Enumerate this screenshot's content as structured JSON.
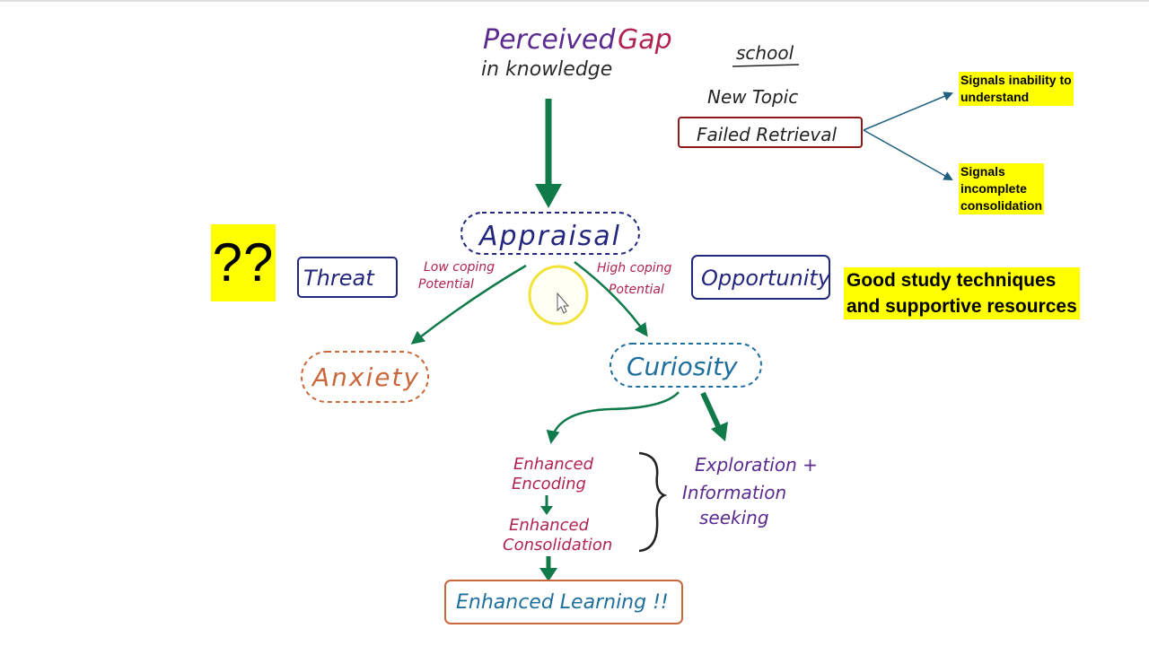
{
  "colors": {
    "green": "#107a4a",
    "navy": "#23267d",
    "purple": "#5b2a8e",
    "crimson": "#b0234e",
    "orange": "#c9683b",
    "teal": "#1f6f9c",
    "darkred": "#8c1a1a",
    "highlight": "#ffff00"
  },
  "nodes": {
    "perceived_word": "Perceived",
    "gap_word": "Gap",
    "in_knowledge": "in knowledge",
    "appraisal": "Appraisal",
    "threat": "Threat",
    "opportunity": "Opportunity",
    "low_coping_1": "Low coping",
    "low_coping_2": "Potential",
    "high_coping_1": "High coping",
    "high_coping_2": "Potential",
    "anxiety": "Anxiety",
    "curiosity": "Curiosity",
    "enhanced_encoding_1": "Enhanced",
    "enhanced_encoding_2": "Encoding",
    "enhanced_consolidation_1": "Enhanced",
    "enhanced_consolidation_2": "Consolidation",
    "exploration_1": "Exploration +",
    "exploration_2": "Information",
    "exploration_3": "seeking",
    "enhanced_learning": "Enhanced Learning !!"
  },
  "sidebar": {
    "school": "school",
    "new_topic": "New Topic",
    "failed_retrieval": "Failed Retrieval",
    "signal_1_line1": "Signals inability to",
    "signal_1_line2": "understand",
    "signal_2_line1": "Signals",
    "signal_2_line2": "incomplete",
    "signal_2_line3": "consolidation"
  },
  "annotations": {
    "question_marks": "??",
    "good_line1": "Good study techniques",
    "good_line2": "and supportive resources"
  }
}
